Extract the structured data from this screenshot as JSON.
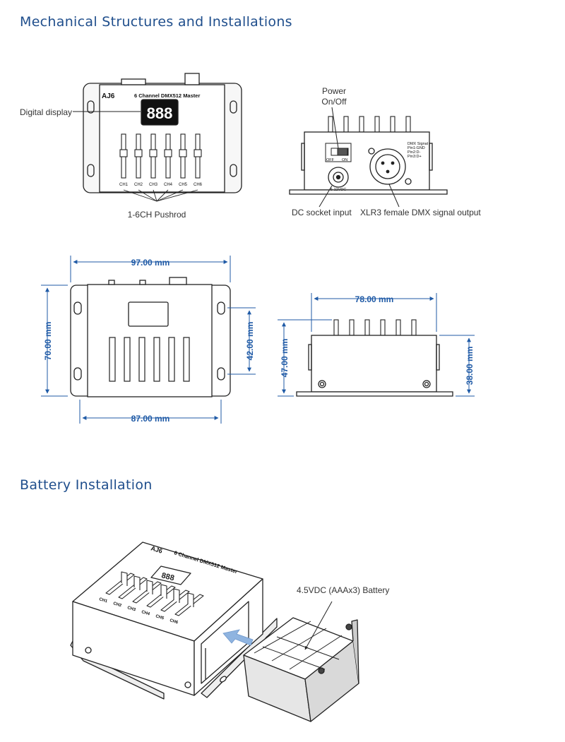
{
  "sections": {
    "mechanical_title": "Mechanical Structures and Installations",
    "battery_title": "Battery Installation"
  },
  "front_view": {
    "model": "AJ6",
    "product_name": "6 Channel DMX512 Master",
    "display_digits": "888",
    "display_label": "Digital display",
    "pushrod_label": "1-6CH Pushrod",
    "channels": [
      "CH1",
      "CH2",
      "CH3",
      "CH4",
      "CH5",
      "CH6"
    ]
  },
  "side_view": {
    "power_label_line1": "Power",
    "power_label_line2": "On/Off",
    "switch_off": "OFF",
    "switch_on": "ON",
    "voltage": "5-12VDC",
    "dmx_lines": [
      "DMX Signal",
      "Pin1:GND",
      "Pin2:D-",
      "Pin3:D+"
    ],
    "dc_label": "DC socket input",
    "xlr_label": "XLR3 female DMX signal output"
  },
  "dimensions": {
    "width_top": "97.00 mm",
    "width_bottom": "87.00 mm",
    "height_left": "70.00 mm",
    "height_inner": "42.00 mm",
    "side_width": "78.00 mm",
    "side_height": "47.00 mm",
    "side_inner_height": "38.00 mm"
  },
  "battery": {
    "model": "AJ6",
    "product_name": "6 Channel DMX512 Master",
    "display_digits": "888",
    "battery_label": "4.5VDC (AAAx3) Battery",
    "channels": [
      "CH1",
      "CH2",
      "CH3",
      "CH4",
      "CH5",
      "CH6"
    ]
  },
  "colors": {
    "title": "#1f4e8c",
    "dimension": "#1f5aa6",
    "line": "#222222",
    "arrow": "#8fb4e0"
  }
}
